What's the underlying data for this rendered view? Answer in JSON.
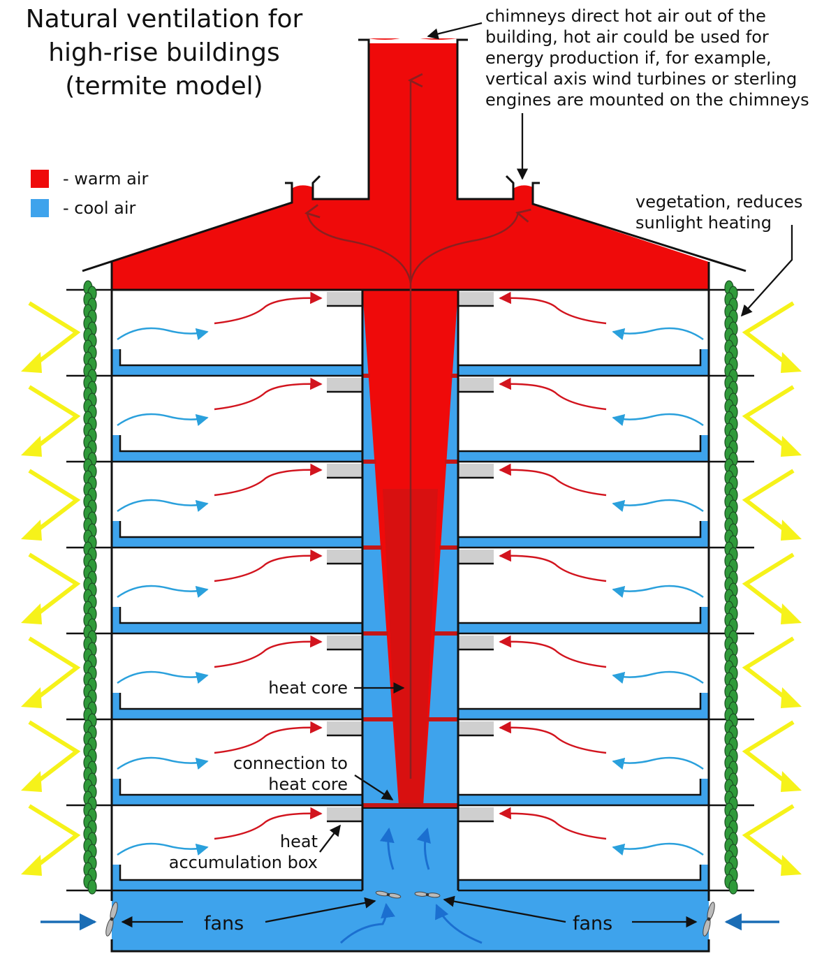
{
  "title_lines": [
    "Natural ventilation for",
    "high-rise buildings",
    "(termite model)"
  ],
  "legend": [
    {
      "label": "- warm air",
      "color": "#ef0a0a"
    },
    {
      "label": "- cool air",
      "color": "#3ea3ec"
    }
  ],
  "annotations": {
    "chimneys": [
      "chimneys direct hot air out of the",
      "building, hot air could be used for",
      "energy production if, for example,",
      "vertical axis wind turbines or sterling",
      "engines are mounted on the chimneys"
    ],
    "vegetation": [
      "vegetation, reduces",
      "sunlight heating"
    ],
    "heat_core": "heat core",
    "connection": [
      "connection to",
      "heat core"
    ],
    "accumulation": [
      "heat",
      "accumulation box"
    ],
    "fans_left": "fans",
    "fans_right": "fans"
  },
  "colors": {
    "warm": "#ef0a0a",
    "core_dark": "#c41616",
    "cool": "#3ea3ec",
    "cool_arrow": "#2aa0dc",
    "warm_arrow": "#d2141e",
    "sun": "#f6f21a",
    "vine": "#2f9a3a",
    "box": "#cfcfcf",
    "wind_arrow": "#1a6db5"
  },
  "icons": [
    "sun-ray-icon",
    "vine-icon",
    "fan-icon",
    "airflow-arrow-icon"
  ]
}
